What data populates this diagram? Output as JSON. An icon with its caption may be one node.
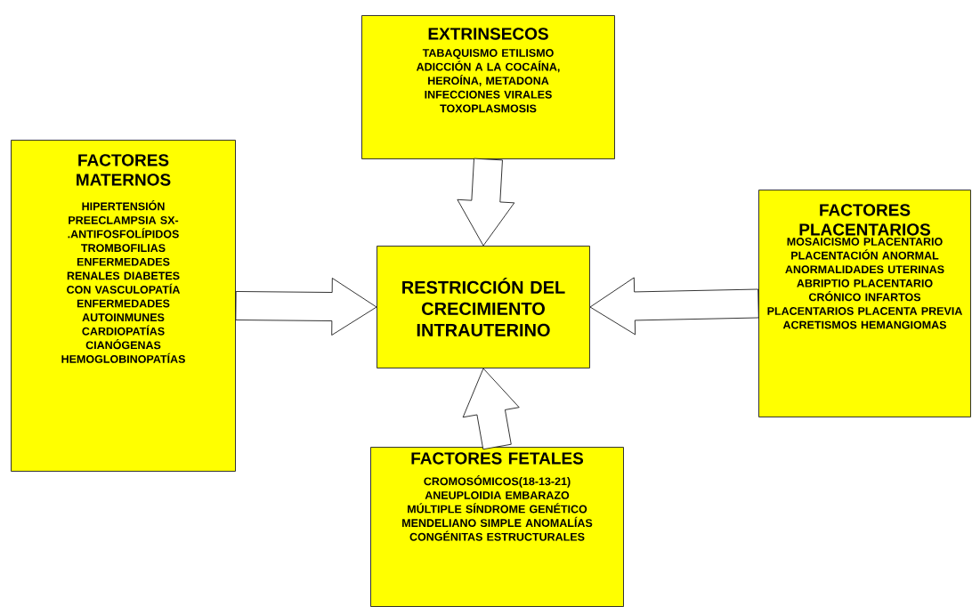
{
  "diagram": {
    "nodes": [
      {
        "text": [
          "EXTRINSECOS",
          "TABAQUISMO ETILISMO ADICCIÓN A LA COCAÍNA, HEROÍNA, METADONA INFECCIONES VIRALES TOXOPLASMOSIS"
        ]
      },
      {
        "text": [
          "FACTORES MATERNOS",
          "HIPERTENSIÓN PREECLAMPSIA SX-.ANTIFOSFOLÍPIDOS TROMBOFILIAS ENFERMEDADES RENALES DIABETES CON VASCULOPATÍA ENFERMEDADES AUTOINMUNES CARDIOPATÍAS CIANÓGENAS HEMOGLOBINOPATÍAS"
        ]
      },
      {
        "text": [
          "RESTRICCIÓN DEL CRECIMIENTO INTRAUTERINO"
        ]
      },
      {
        "text": [
          "FACTORES PLACENTARIOS",
          "MOSAICISMO PLACENTARIO PLACENTACIÓN ANORMAL ANORMALIDADES UTERINAS ABRIPTIO PLACENTARIO CRÓNICO INFARTOS PLACENTARIOS PLACENTA PREVIA ACRETISMOS HEMANGIOMAS"
        ]
      },
      {
        "text": [
          "FACTORES FETALES",
          "CROMOSÓMICOS(18-13-21) ANEUPLOIDIA EMBARAZO MÚLTIPLE SÍNDROME GENÉTICO MENDELIANO SIMPLE ANOMALÍAS CONGÉNITAS ESTRUCTURALES"
        ]
      }
    ],
    "edges": [
      {
        "from": 0,
        "to": 2,
        "arrow": "to"
      },
      {
        "from": 1,
        "to": 2,
        "arrow": "to"
      },
      {
        "from": 3,
        "to": 2,
        "arrow": "to"
      },
      {
        "from": 4,
        "to": 2,
        "arrow": "to"
      }
    ]
  }
}
